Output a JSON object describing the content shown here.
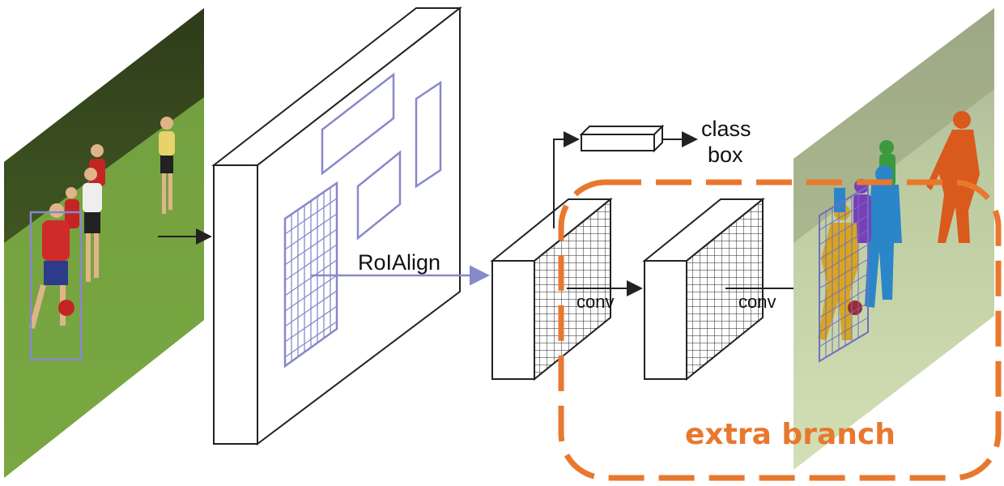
{
  "labels": {
    "roialign": "RoIAlign",
    "class": "class",
    "box": "box",
    "conv1": "conv",
    "conv2": "conv",
    "extra_branch": "extra branch"
  },
  "colors": {
    "outline": "#222222",
    "roi_box": "#8888cc",
    "accent_orange": "#e8782e",
    "grass": "#6f9c3a",
    "mask_orange": "#d95a1c",
    "mask_blue": "#2a86c8",
    "mask_purple": "#7a3fb8",
    "mask_yellow": "#d7a522",
    "mask_green": "#3b9a3e"
  }
}
